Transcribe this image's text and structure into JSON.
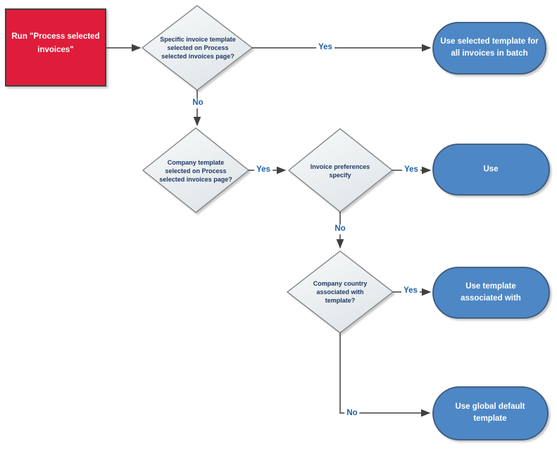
{
  "flowchart": {
    "nodes": {
      "start": {
        "label": "Run \"Process selected invoices\""
      },
      "decision1": {
        "label": "Specific invoice template selected on Process selected invoices page?"
      },
      "decision2": {
        "label": "Company template selected on Process selected invoices page?"
      },
      "decision3": {
        "label": "Invoice preferences specify"
      },
      "decision4": {
        "label": "Company country associated with template?"
      },
      "terminal1": {
        "label": "Use selected template for all invoices in batch"
      },
      "terminal2": {
        "label": "Use"
      },
      "terminal3": {
        "label": "Use template associated with"
      },
      "terminal4": {
        "label": "Use global default template"
      }
    },
    "edge_labels": {
      "d1_yes": "Yes",
      "d1_no": "No",
      "d2_yes": "Yes",
      "d3_yes": "Yes",
      "d3_no": "No",
      "d4_yes": "Yes",
      "d4_no": "No"
    },
    "colors": {
      "start_fill": "#E01A3B",
      "start_border": "#3F3F3F",
      "decision_fill_light": "#F7F9F9",
      "decision_fill_dark": "#E0E6E9",
      "decision_border": "#7F7F7F",
      "decision_text": "#1F3864",
      "terminal_fill": "#4E87C5",
      "terminal_border": "#3B5878",
      "connector": "#404040",
      "edge_label_text": "#2060A8",
      "node_text_light": "#FFFFFF"
    }
  }
}
